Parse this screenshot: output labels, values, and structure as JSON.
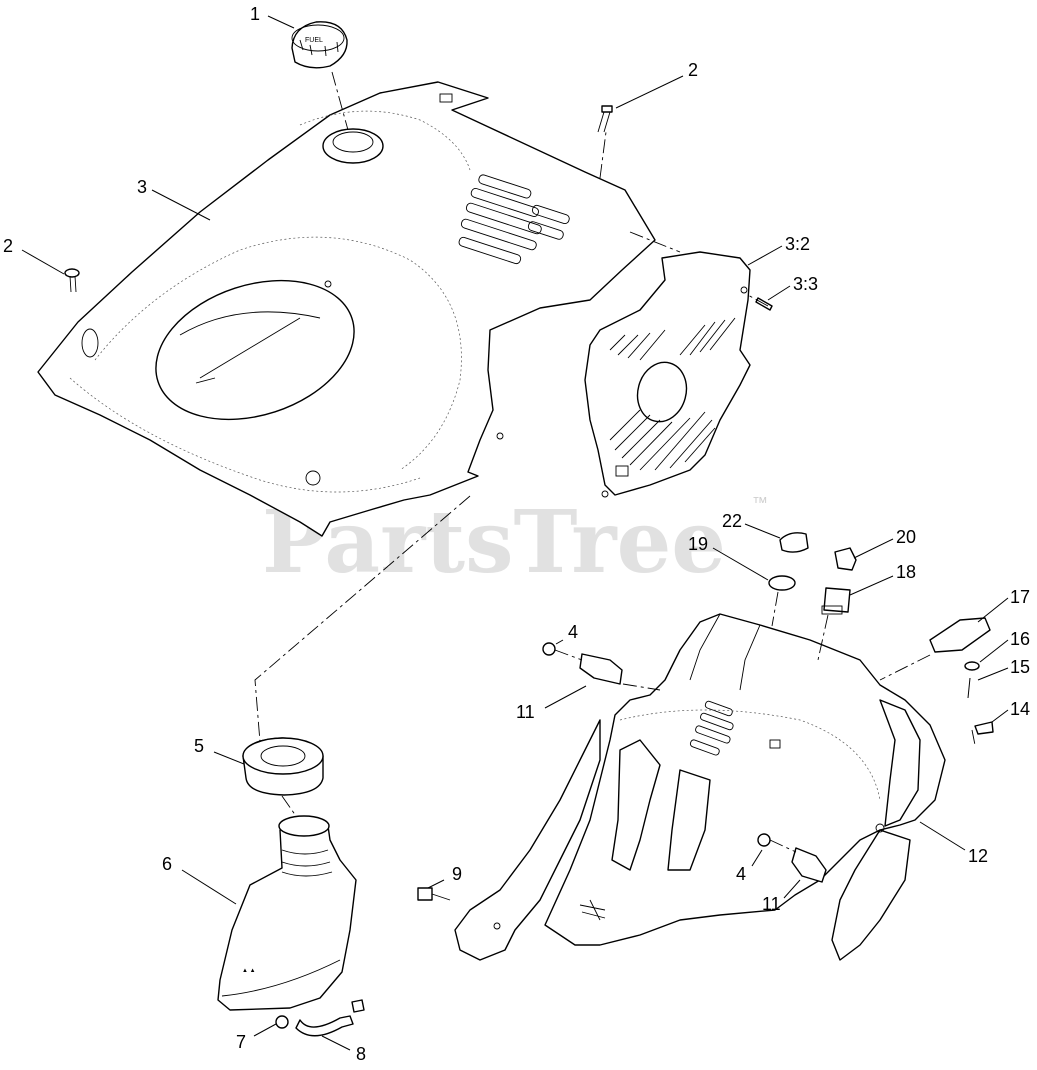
{
  "watermark": {
    "text": "PartsTree",
    "trademark": "™"
  },
  "callouts": {
    "c1": "1",
    "c2a": "2",
    "c2b": "2",
    "c3": "3",
    "c3_2": "3:2",
    "c3_3": "3:3",
    "c4a": "4",
    "c4b": "4",
    "c5": "5",
    "c6": "6",
    "c7": "7",
    "c8": "8",
    "c9": "9",
    "c11a": "11",
    "c11b": "11",
    "c12": "12",
    "c14": "14",
    "c15": "15",
    "c16": "16",
    "c17": "17",
    "c18": "18",
    "c19": "19",
    "c20": "20",
    "c22": "22"
  }
}
